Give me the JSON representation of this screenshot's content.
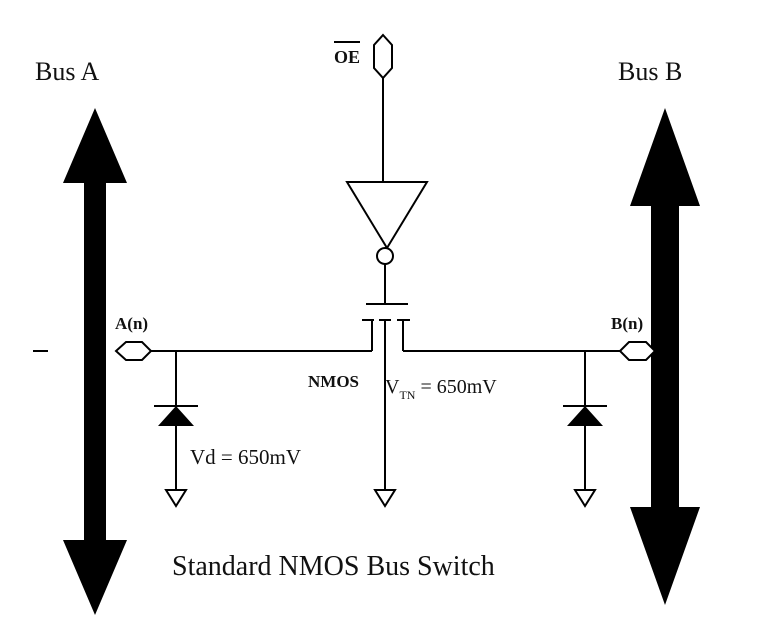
{
  "diagram": {
    "title": "Standard NMOS Bus Switch",
    "bus_a_label": "Bus A",
    "bus_b_label": "Bus B",
    "oe_label": "OE",
    "port_a_label": "A(n)",
    "port_b_label": "B(n)",
    "transistor_label": "NMOS",
    "vtn_label": {
      "prefix": "V",
      "subscript": "TN",
      "value": " = 650mV"
    },
    "diode_label": "Vd = 650mV"
  }
}
